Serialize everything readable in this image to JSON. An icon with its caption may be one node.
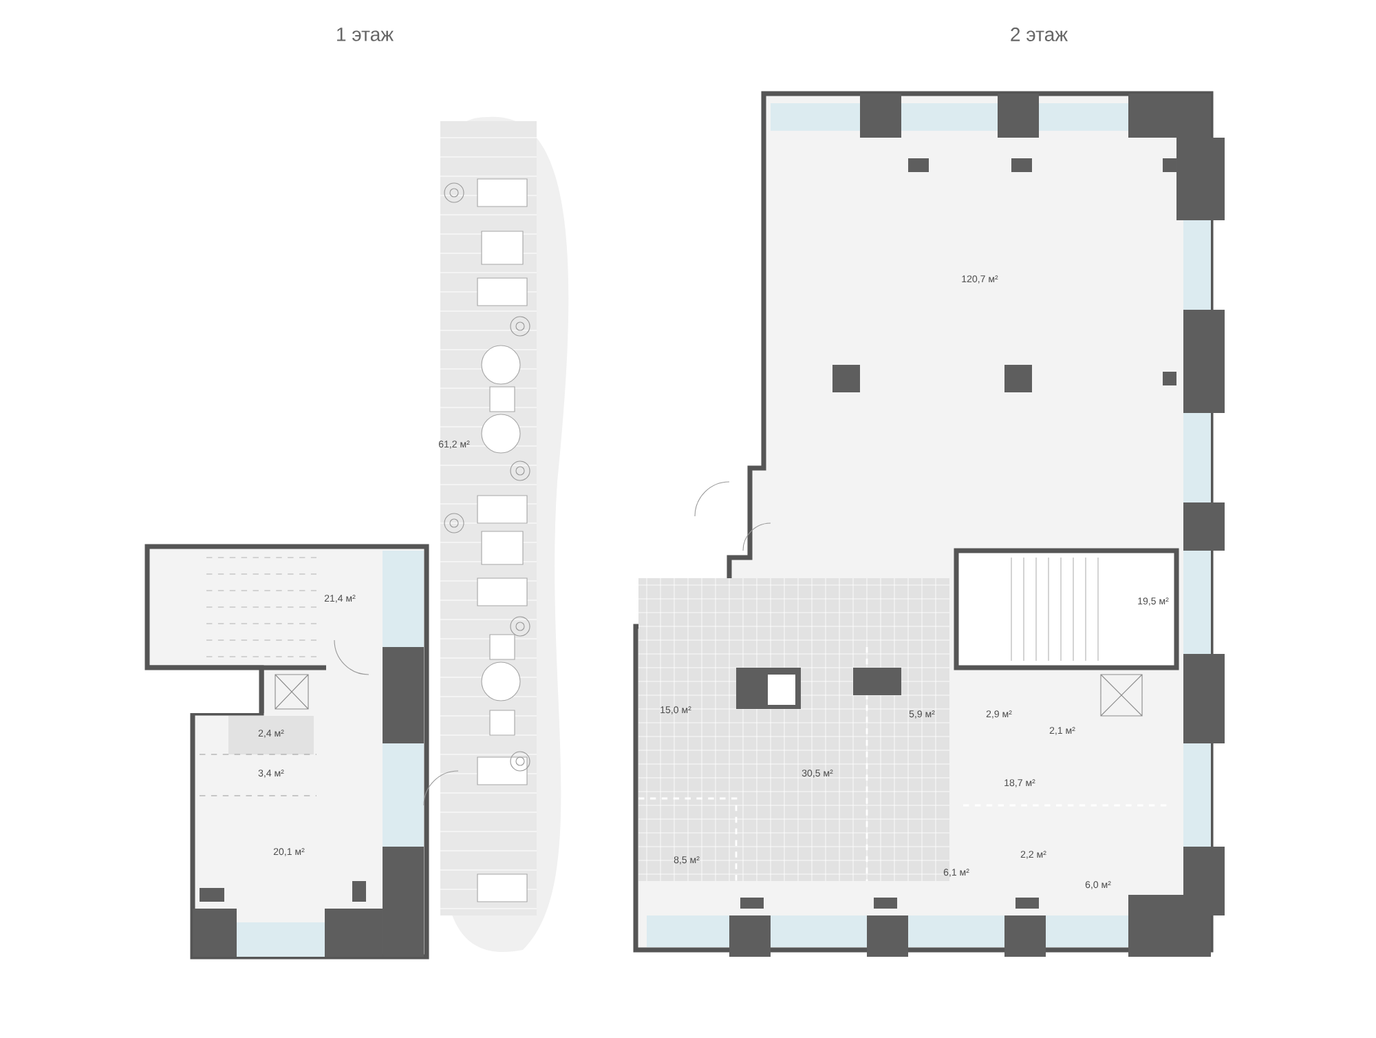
{
  "diagram": {
    "labels": [
      "1 этаж",
      "2 этаж",
      "120,7 м²",
      "61,2 м²",
      "21,4 м²",
      "19,5 м²",
      "15,0 м²",
      "5,9 м²",
      "2,9 м²",
      "2,4 м²",
      "2,1 м²",
      "3,4 м²",
      "30,5 м²",
      "18,7 м²",
      "20,1 м²",
      "8,5 м²",
      "2,2 м²",
      "6,1 м²",
      "6,0 м²"
    ]
  }
}
